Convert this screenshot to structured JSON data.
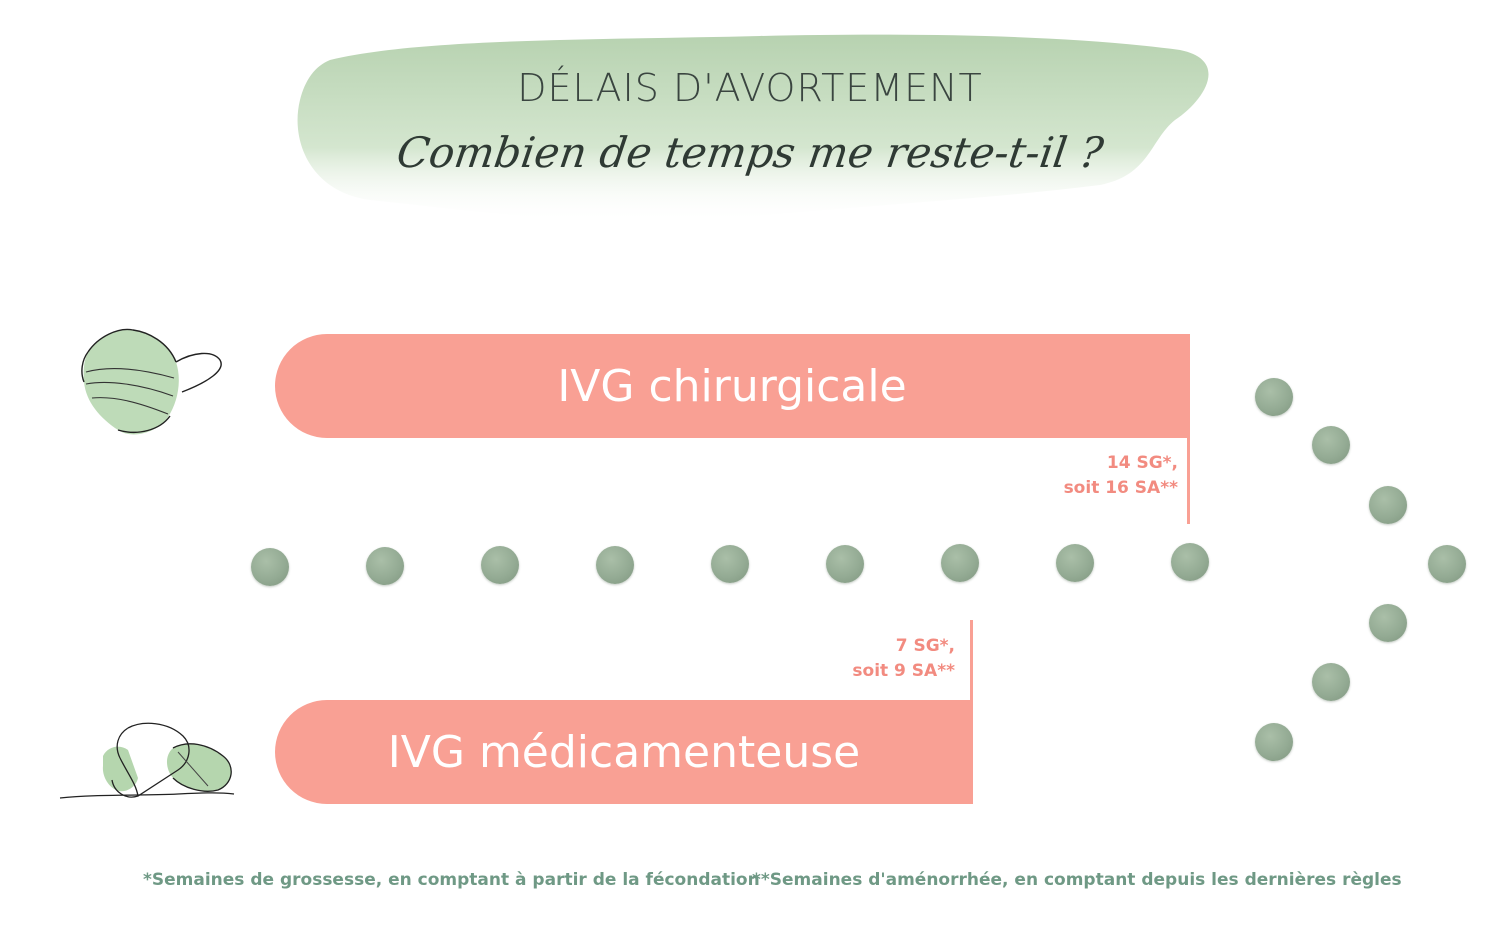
{
  "header": {
    "title": "DÉLAIS D'AVORTEMENT",
    "subtitle": "Combien de temps me reste-t-il ?"
  },
  "bars": [
    {
      "label": "IVG chirurgicale",
      "limit_line1": "14 SG*,",
      "limit_line2": "soit 16 SA**",
      "icon": "surgical-mask-icon"
    },
    {
      "label": "IVG médicamenteuse",
      "limit_line1": "7 SG*,",
      "limit_line2": "soit 9 SA**",
      "icon": "pills-icon"
    }
  ],
  "footnotes": {
    "sg": "*Semaines de grossesse, en comptant à partir de la fécondation",
    "sa": "**Semaines d'aménorrhée, en comptant depuis les dernières règles"
  },
  "colors": {
    "bar": "#f9a094",
    "limit_text": "#f28b80",
    "dot": "#94ab94",
    "footnote": "#6f9985",
    "blob": "#b9d3b3"
  }
}
